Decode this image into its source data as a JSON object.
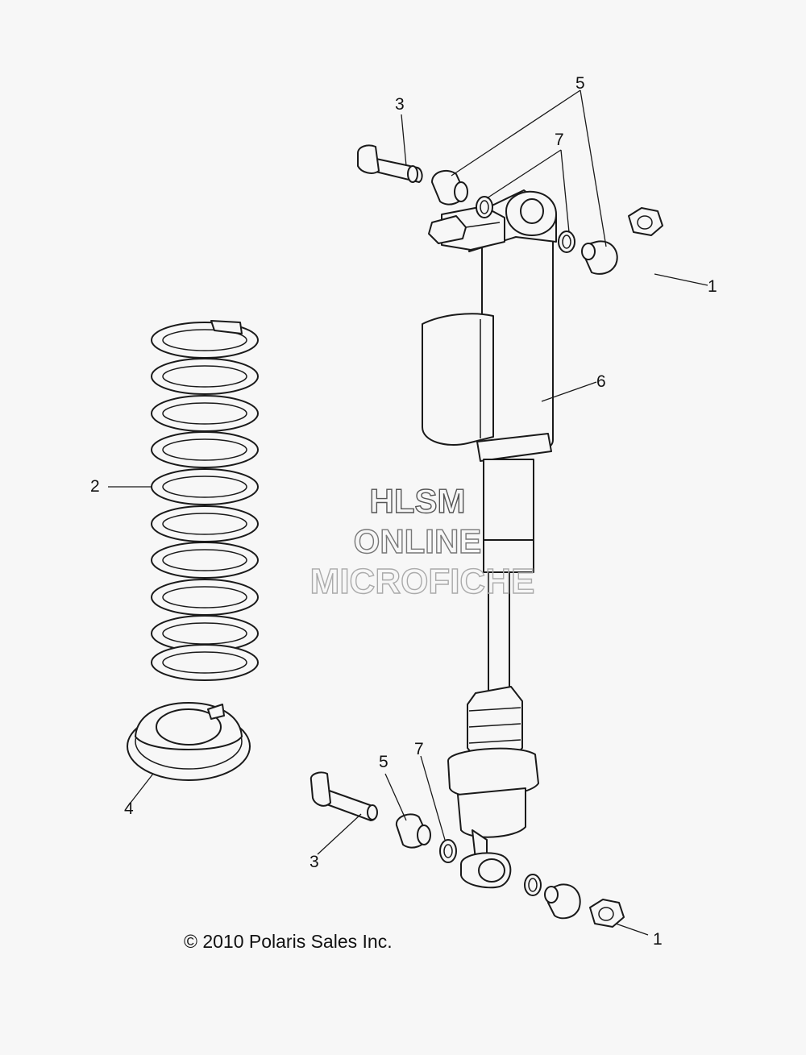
{
  "callouts": {
    "c1_top": "1",
    "c1_bottom": "1",
    "c2": "2",
    "c3_top": "3",
    "c3_bottom": "3",
    "c4": "4",
    "c5_top": "5",
    "c5_bottom": "5",
    "c6": "6",
    "c7_top": "7",
    "c7_bottom": "7"
  },
  "watermark": {
    "line1": "HLSM",
    "line2": "ONLINE",
    "line3": "MICROFICHE"
  },
  "copyright": "© 2010 Polaris Sales Inc."
}
